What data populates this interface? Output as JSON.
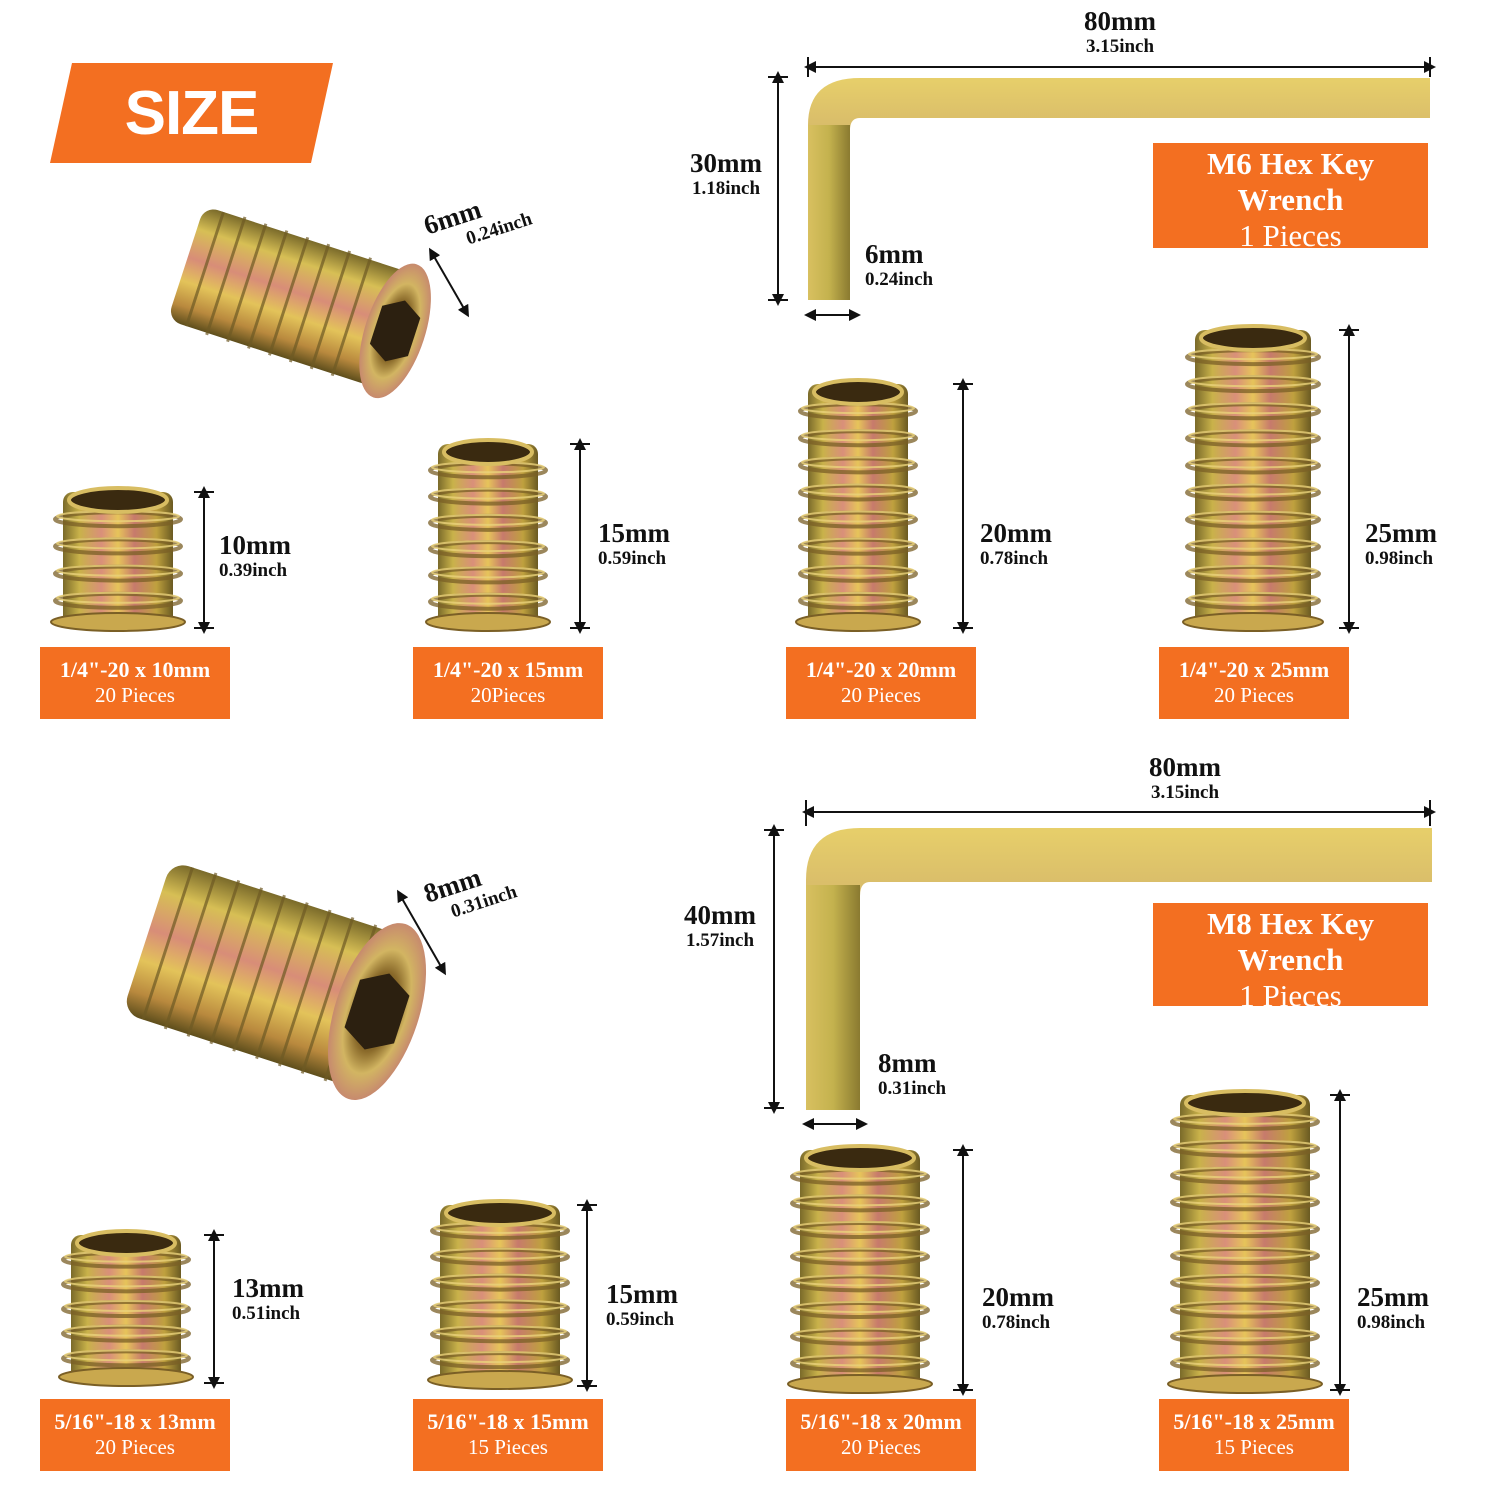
{
  "banner": {
    "text": "SIZE"
  },
  "top_insert": {
    "mm": "6mm",
    "inch": "0.24inch"
  },
  "bottom_insert": {
    "mm": "8mm",
    "inch": "0.31inch"
  },
  "hex_keys": [
    {
      "length_mm": "80mm",
      "length_inch": "3.15inch",
      "height_mm": "30mm",
      "height_inch": "1.18inch",
      "width_mm": "6mm",
      "width_inch": "0.24inch",
      "label_line1": "M6 Hex Key",
      "label_line2": "Wrench",
      "label_line3": "1 Pieces"
    },
    {
      "length_mm": "80mm",
      "length_inch": "3.15inch",
      "height_mm": "40mm",
      "height_inch": "1.57inch",
      "width_mm": "8mm",
      "width_inch": "0.31inch",
      "label_line1": "M8 Hex Key",
      "label_line2": "Wrench",
      "label_line3": "1 Pieces"
    }
  ],
  "row1": [
    {
      "mm": "10mm",
      "inch": "0.39inch",
      "spec": "1/4\"-20 x 10mm",
      "qty": "20 Pieces"
    },
    {
      "mm": "15mm",
      "inch": "0.59inch",
      "spec": "1/4\"-20 x 15mm",
      "qty": "20Pieces"
    },
    {
      "mm": "20mm",
      "inch": "0.78inch",
      "spec": "1/4\"-20 x 20mm",
      "qty": "20 Pieces"
    },
    {
      "mm": "25mm",
      "inch": "0.98inch",
      "spec": "1/4\"-20 x 25mm",
      "qty": "20 Pieces"
    }
  ],
  "row2": [
    {
      "mm": "13mm",
      "inch": "0.51inch",
      "spec": "5/16\"-18 x 13mm",
      "qty": "20 Pieces"
    },
    {
      "mm": "15mm",
      "inch": "0.59inch",
      "spec": "5/16\"-18 x 15mm",
      "qty": "15 Pieces"
    },
    {
      "mm": "20mm",
      "inch": "0.78inch",
      "spec": "5/16\"-18 x 20mm",
      "qty": "20 Pieces"
    },
    {
      "mm": "25mm",
      "inch": "0.98inch",
      "spec": "5/16\"-18 x 25mm",
      "qty": "15 Pieces"
    }
  ],
  "colors": {
    "accent": "#f36f21",
    "metal_gold": "#c9a83a",
    "metal_rose": "#c8806e",
    "metal_dark": "#6b5520"
  }
}
